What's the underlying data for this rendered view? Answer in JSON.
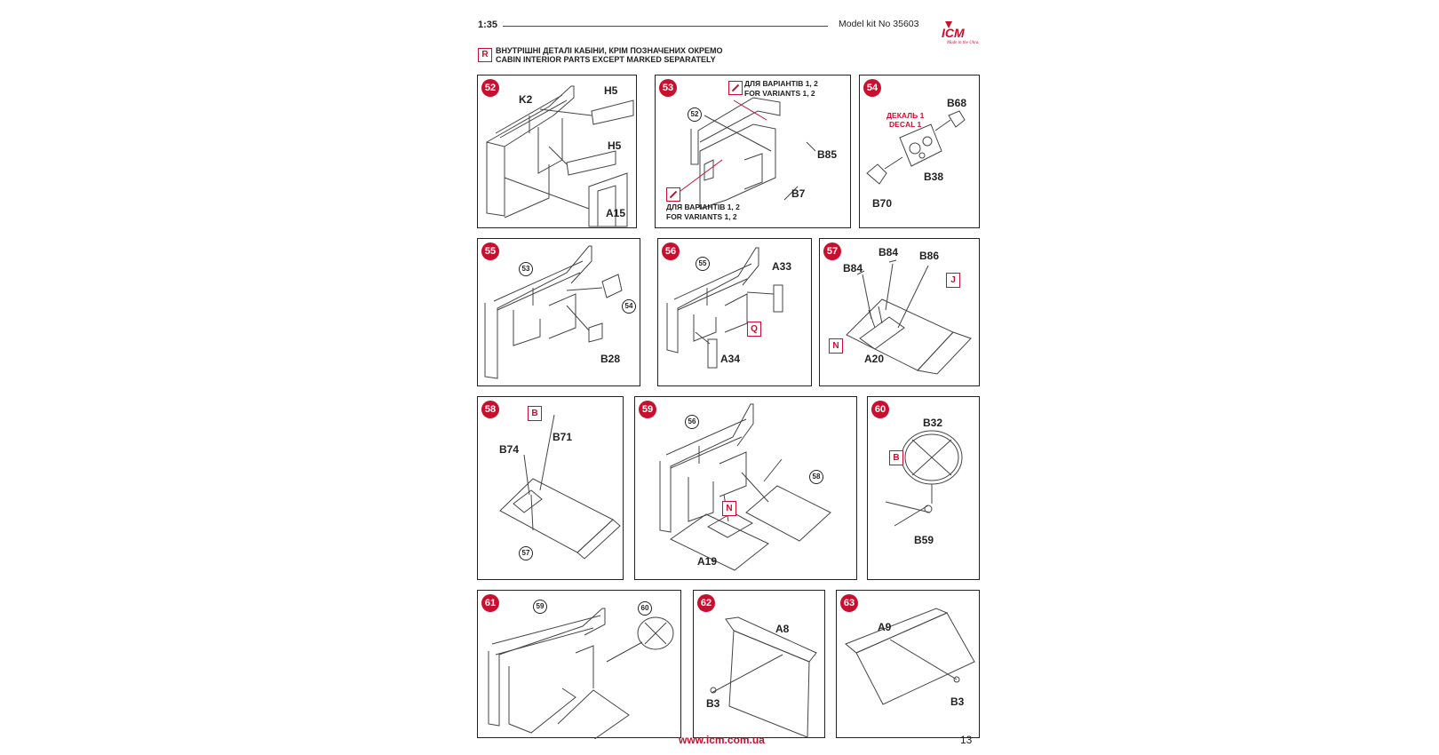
{
  "header": {
    "scale": "1:35",
    "model_kit": "Model kit No 35603",
    "logo_text": "ICM",
    "logo_tagline": "Made in the Ukraine"
  },
  "section": {
    "marker": "R",
    "title_ua": "ВНУТРІШНІ ДЕТАЛІ КАБІНИ, КРІМ ПОЗНАЧЕНИХ ОКРЕМО",
    "title_en": "CABIN INTERIOR PARTS EXCEPT MARKED SEPARATELY"
  },
  "steps": {
    "s52": {
      "num": "52",
      "labels": [
        "K2",
        "H5",
        "H5",
        "A15"
      ]
    },
    "s53": {
      "num": "53",
      "ref": "52",
      "labels": [
        "B85",
        "B7"
      ],
      "note_ua": "ДЛЯ ВАРІАНТІВ 1, 2",
      "note_en": "FOR VARIANTS 1, 2"
    },
    "s54": {
      "num": "54",
      "labels": [
        "B68",
        "B38",
        "B70"
      ],
      "decal_ua": "ДЕКАЛЬ 1",
      "decal_en": "DECAL 1"
    },
    "s55": {
      "num": "55",
      "refs": [
        "53",
        "54"
      ],
      "labels": [
        "B28"
      ]
    },
    "s56": {
      "num": "56",
      "ref": "55",
      "labels": [
        "A33",
        "A34"
      ],
      "color": "Q"
    },
    "s57": {
      "num": "57",
      "labels": [
        "B84",
        "B84",
        "B86",
        "A20"
      ],
      "colors": [
        "J",
        "N"
      ]
    },
    "s58": {
      "num": "58",
      "ref": "57",
      "labels": [
        "B74",
        "B71"
      ],
      "color": "B"
    },
    "s59": {
      "num": "59",
      "refs": [
        "56",
        "58"
      ],
      "labels": [
        "A19"
      ],
      "color": "N"
    },
    "s60": {
      "num": "60",
      "labels": [
        "B32",
        "B59"
      ],
      "color": "B"
    },
    "s61": {
      "num": "61",
      "refs": [
        "59",
        "60"
      ]
    },
    "s62": {
      "num": "62",
      "labels": [
        "A8",
        "B3"
      ]
    },
    "s63": {
      "num": "63",
      "labels": [
        "A9",
        "B3"
      ]
    }
  },
  "footer": {
    "url": "www.icm.com.ua",
    "page_number": "13"
  },
  "colors": {
    "accent": "#c8102e",
    "line": "#222222"
  }
}
